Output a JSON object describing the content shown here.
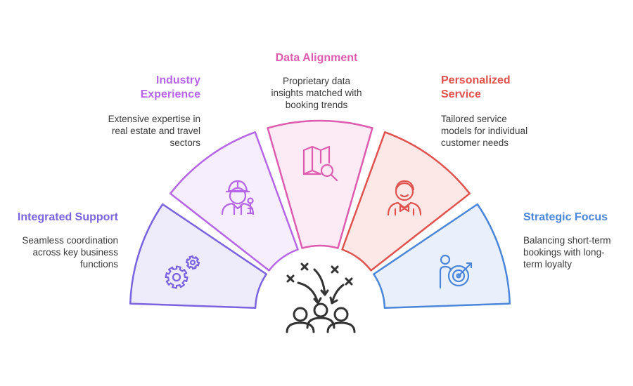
{
  "segments": [
    {
      "id": "integrated-support",
      "title": "Integrated Support",
      "description": "Seamless coordination across key business functions",
      "desc_lines": [
        "Seamless coordination",
        "across key business",
        "functions"
      ],
      "icon": "gears-icon",
      "stroke": "#7B63E0",
      "fill": "#EEEBFB"
    },
    {
      "id": "industry-experience",
      "title": "Industry Experience",
      "title_lines": [
        "Industry",
        "Experience"
      ],
      "description": "Extensive expertise in real estate and travel sectors",
      "desc_lines": [
        "Extensive expertise in",
        "real estate and travel",
        "sectors"
      ],
      "icon": "worker-icon",
      "stroke": "#B565E6",
      "fill": "#F7EEFD"
    },
    {
      "id": "data-alignment",
      "title": "Data Alignment",
      "description": "Proprietary data insights matched with booking trends",
      "desc_lines": [
        "Proprietary data",
        "insights matched with",
        "booking trends"
      ],
      "icon": "map-search-icon",
      "stroke": "#DE5CB0",
      "fill": "#FCEAF5"
    },
    {
      "id": "personalized-service",
      "title": "Personalized Service",
      "title_lines": [
        "Personalized",
        "Service"
      ],
      "description": "Tailored service models for individual customer needs",
      "desc_lines": [
        "Tailored service",
        "models for individual",
        "customer needs"
      ],
      "icon": "waiter-icon",
      "stroke": "#E0524E",
      "fill": "#FCE8E6"
    },
    {
      "id": "strategic-focus",
      "title": "Strategic Focus",
      "description": "Balancing short-term bookings with long-term loyalty",
      "desc_lines": [
        "Balancing short-term",
        "bookings with long-",
        "term loyalty"
      ],
      "icon": "target-person-icon",
      "stroke": "#4A86DA",
      "fill": "#E9F0FB"
    }
  ],
  "center_icon": "team-strategy-icon",
  "center_stroke": "#333333"
}
